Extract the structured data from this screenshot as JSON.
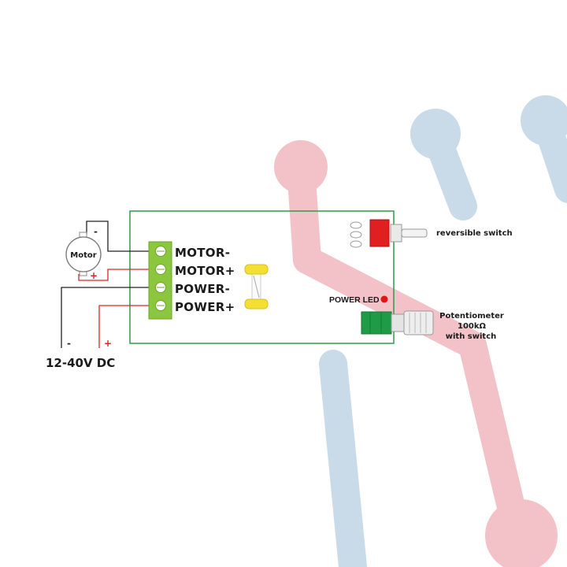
{
  "diagram": {
    "terminals": [
      "MOTOR-",
      "MOTOR+",
      "POWER-",
      "POWER+"
    ],
    "motor": {
      "label": "Motor",
      "minus": "-",
      "plus": "+"
    },
    "supply": {
      "label": "12-40V DC",
      "minus": "-",
      "plus": "+"
    },
    "switch": {
      "label": "reversible switch"
    },
    "led": {
      "label": "POWER LED"
    },
    "potentiometer": {
      "line1": "Potentiometer",
      "line2": "100kΩ",
      "line3": "with switch"
    }
  },
  "colors": {
    "board_outline": "#2e9a4a",
    "terminal_block": "#8cc63f",
    "fuse": "#f4e034",
    "switch": "#e02020",
    "led": "#e01515",
    "pot_body": "#1f9a46",
    "wire_positive": "#d62828",
    "wire_negative": "#222222",
    "watermark_red": "#f2c2c8",
    "watermark_blue": "#c9dbe9"
  }
}
